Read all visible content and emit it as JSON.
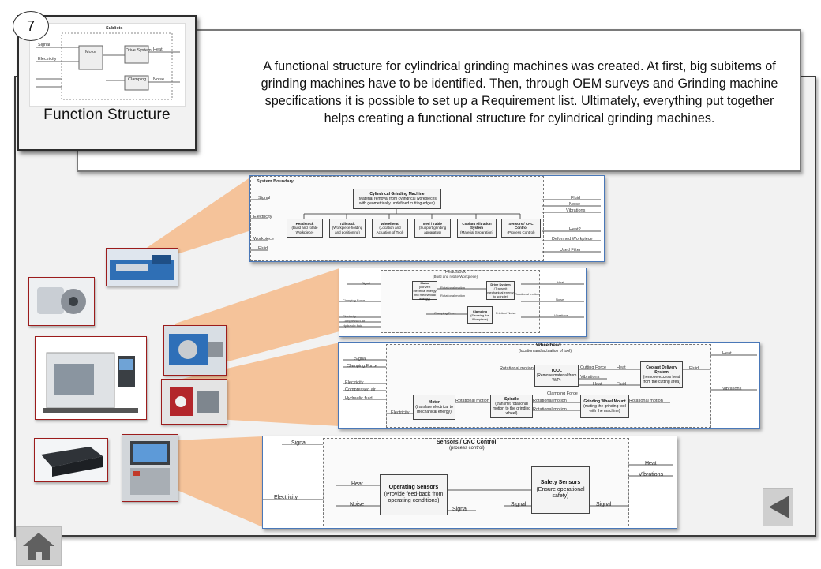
{
  "slide": {
    "number": "7",
    "card_title": "Function Structure",
    "description": "A functional structure for cylindrical grinding machines was created. At first, big subitems of grinding machines have to be identified. Then, through OEM surveys and Grinding machine specifications it is possible to set up a Requirement list. Ultimately, everything put together helps creating a functional structure for cylindrical grinding machines."
  },
  "diagram_system": {
    "boundary_label": "System Boundary",
    "root": "Cylindrical Grinding Machine",
    "root_sub": "(Material removal from cylindrical workpieces with geometrically undefined cutting edges)",
    "children": [
      {
        "title": "Headstock",
        "sub": "(Build and rotate Workpiece)"
      },
      {
        "title": "Tailstock",
        "sub": "(Workpiece holding and positioning)"
      },
      {
        "title": "Wheelhead",
        "sub": "(Location and Actuation of Tool)"
      },
      {
        "title": "Bed / Table",
        "sub": "(Support grinding apparatus)"
      },
      {
        "title": "Coolant Filtration System",
        "sub": "(Material Separation)"
      },
      {
        "title": "Sensors / CNC Control",
        "sub": "(Process Control)"
      }
    ],
    "inputs": [
      "Signal",
      "Electricity",
      "Workpiece",
      "Fluid"
    ],
    "outputs": [
      "Fluid",
      "Noise",
      "Vibrations",
      "Heat?",
      "Deformed Workpiece",
      "Used Filter"
    ]
  },
  "diagram_headstock": {
    "title": "Headstock",
    "subtitle": "(Build and rotate Workpiece)",
    "inputs": [
      "Signal",
      "Clamping Force",
      "Electricity",
      "Compressed air",
      "Hydraulic fluid"
    ],
    "outputs": [
      "Heat",
      "Noise",
      "Vibrations"
    ],
    "nodes": [
      {
        "title": "Motor",
        "sub": "(convert electrical energy into mechanical energy)"
      },
      {
        "title": "Drive System",
        "sub": "(Transmit mechanical energy to spindle)"
      },
      {
        "title": "Clamping",
        "sub": "(Securing the Workpiece)"
      }
    ],
    "edge_labels": [
      "Rotational motion",
      "Rotational motion",
      "Rotational motion",
      "Clamping Force",
      "Friction/ Noise"
    ]
  },
  "diagram_wheelhead": {
    "title": "Wheelhead",
    "subtitle": "(location and actuation of tool)",
    "inputs": [
      "Signal",
      "Clamping Force",
      "Electricity",
      "Compressed air",
      "Hydraulic fluid",
      "Electricity"
    ],
    "outputs": [
      "Heat",
      "Vibrations",
      "Fluid"
    ],
    "nodes": [
      {
        "title": "TOOL",
        "sub": "(Remove material from W/P)"
      },
      {
        "title": "Coolant Delivery System",
        "sub": "(remove excess heat from the cutting area)"
      },
      {
        "title": "Motor",
        "sub": "(translate electrical to mechanical energy)"
      },
      {
        "title": "Spindle",
        "sub": "(transmit rotational motion to the grinding wheel)"
      },
      {
        "title": "Grinding Wheel Mount",
        "sub": "(mating the grinding tool with the machine)"
      }
    ],
    "edge_labels": [
      "Rotational motion",
      "Cutting Force",
      "Vibrations",
      "Heat",
      "Fluid",
      "Heat",
      "Clamping Force",
      "Rotational motion",
      "Rotational motion",
      "Rotational motion",
      "Rotational motion"
    ]
  },
  "diagram_sensors": {
    "title": "Sensors / CNC Control",
    "subtitle": "(process control)",
    "inputs": [
      "Signal",
      "Electricity",
      "Heat",
      "Noise"
    ],
    "outputs": [
      "Heat",
      "Vibrations"
    ],
    "nodes": [
      {
        "title": "Operating Sensors",
        "sub": "(Provide feed-back from operating conditions)"
      },
      {
        "title": "Safety Sensors",
        "sub": "(Ensure operational safety)"
      }
    ],
    "edge_labels": [
      "Signal",
      "Signal",
      "Signal"
    ]
  },
  "thumbnail": {
    "title": "Sublists",
    "lines": [
      "Motor",
      "Drive System",
      "Clamping",
      "Signal",
      "Electricity",
      "Heat",
      "Noise"
    ]
  },
  "colors": {
    "panel": "#f2f2f2",
    "wedge": "#f5c39a",
    "photo_border": "#9c1c1c",
    "screenshot_border": "#4a78b8",
    "nav_button": "#cfcfcf"
  },
  "icons": {
    "back": "triangle-left-icon",
    "home": "house-icon"
  }
}
